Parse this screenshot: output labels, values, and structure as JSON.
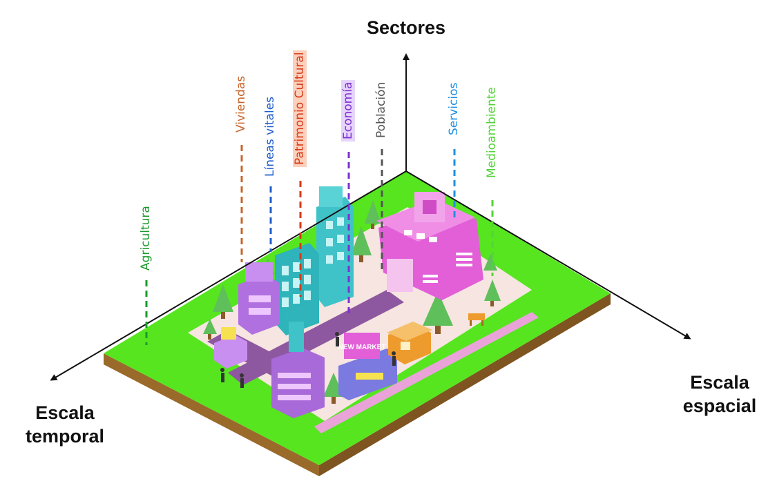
{
  "axes": {
    "vertical": "Sectores",
    "left": [
      "Escala",
      "temporal"
    ],
    "right": [
      "Escala",
      "espacial"
    ]
  },
  "sectors": [
    {
      "label": "Agricultura",
      "color": "#1a9a2a"
    },
    {
      "label": "Viviendas",
      "color": "#c8642a"
    },
    {
      "label": "Líneas vitales",
      "color": "#1f5ecb"
    },
    {
      "label": "Patrimonio Cultural",
      "color": "#d63a16",
      "highlight": "#fbd0bd"
    },
    {
      "label": "Economía",
      "color": "#7b2fd0",
      "highlight": "#e6d4fb"
    },
    {
      "label": "Población",
      "color": "#555555"
    },
    {
      "label": "Servicios",
      "color": "#1e8fe0"
    },
    {
      "label": "Medioambiente",
      "color": "#55d23a"
    }
  ],
  "sign_text": "NEW MARKET",
  "colors": {
    "grass": "#56e51f",
    "soil": "#9a6a2a",
    "pavement": "#f6e5e0",
    "road": "#8e58a0",
    "building_pink": "#e25fd8",
    "building_teal": "#3fc3c8",
    "building_purple": "#a86ad8",
    "tree": "#5fbf5a",
    "orange": "#ee9b2e"
  }
}
